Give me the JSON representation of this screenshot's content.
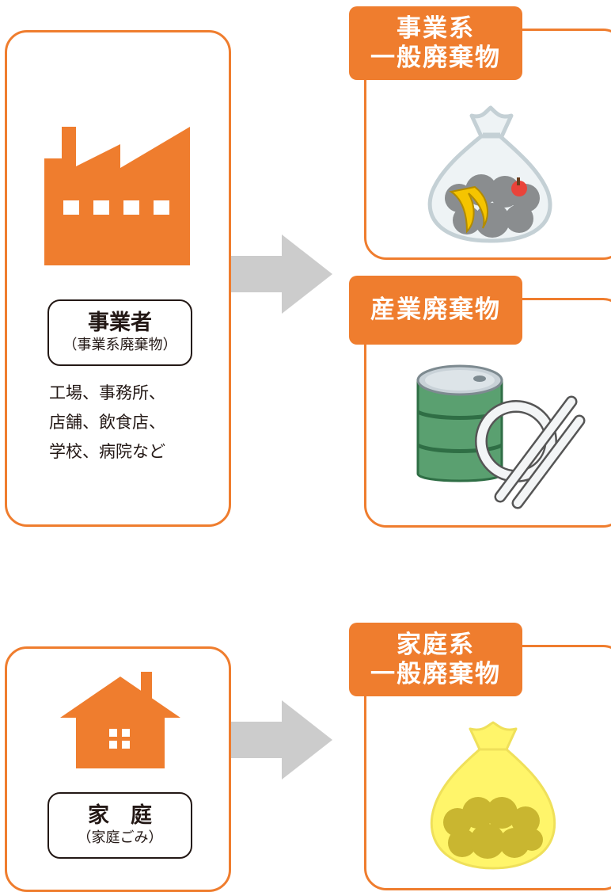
{
  "business": {
    "label": "事業者",
    "sublabel": "（事業系廃棄物）",
    "sources": [
      "工場、事務所、",
      "店舗、飲食店、",
      "学校、病院など"
    ]
  },
  "household": {
    "label": "家　庭",
    "sublabel": "（家庭ごみ）"
  },
  "outputs": {
    "business_general": {
      "line1": "事業系",
      "line2": "一般廃棄物"
    },
    "industrial": {
      "line1": "産業廃棄物"
    },
    "household_general": {
      "line1": "家庭系",
      "line2": "一般廃棄物"
    }
  },
  "colors": {
    "accent": "#ef7d2e",
    "arrow": "#cccccc",
    "drum": "#5aa070",
    "yellow_bag": "#fff56a",
    "garbage": "#c9b630"
  },
  "icons": [
    "factory-icon",
    "house-icon",
    "clear-garbage-bag-icon",
    "oil-drum-icon",
    "fluorescent-tube-icon",
    "yellow-garbage-bag-icon"
  ]
}
